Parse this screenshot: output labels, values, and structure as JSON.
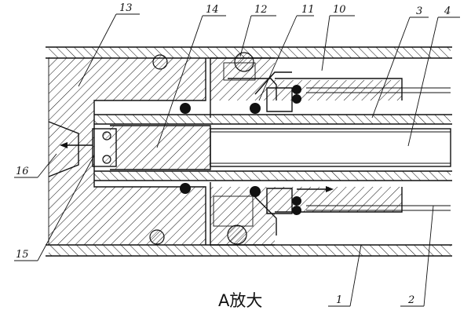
{
  "caption": "A放大",
  "part_labels": {
    "p1": "1",
    "p2": "2",
    "p3": "3",
    "p4": "4",
    "p10": "10",
    "p11": "11",
    "p12": "12",
    "p13": "13",
    "p14": "14",
    "p15": "15",
    "p16": "16"
  },
  "colors": {
    "line": "#111111",
    "background": "#ffffff"
  }
}
